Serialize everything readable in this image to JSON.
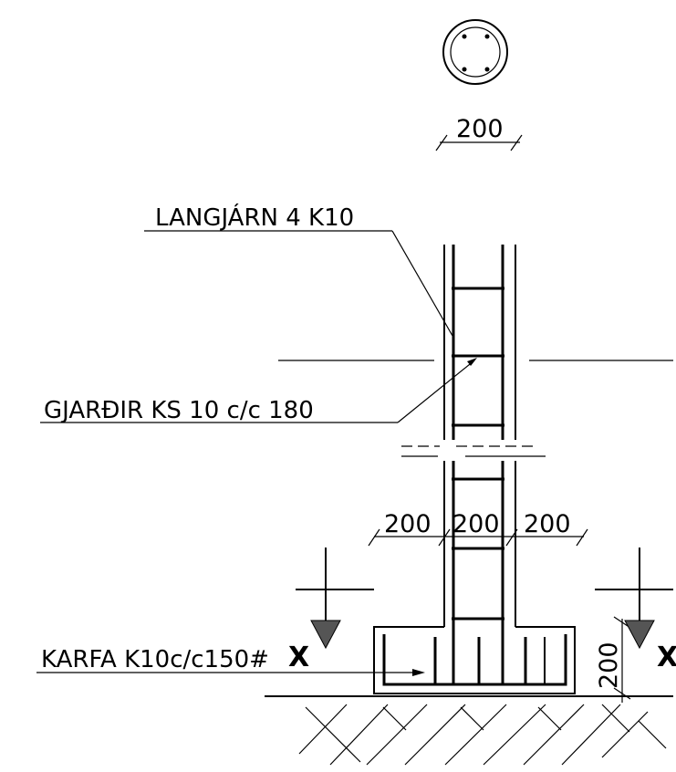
{
  "labels": {
    "longitudinal": "LANGJÁRN 4 K10",
    "stirrups": "GJARÐIR KS 10 c/c 180",
    "basket": "KARFA K10c/c150#"
  },
  "dimensions": {
    "section_diameter": "200",
    "left_offset": "200",
    "column_width": "200",
    "right_offset": "200",
    "footing_height": "200"
  },
  "section_marks": {
    "left": "X",
    "right": "X"
  }
}
